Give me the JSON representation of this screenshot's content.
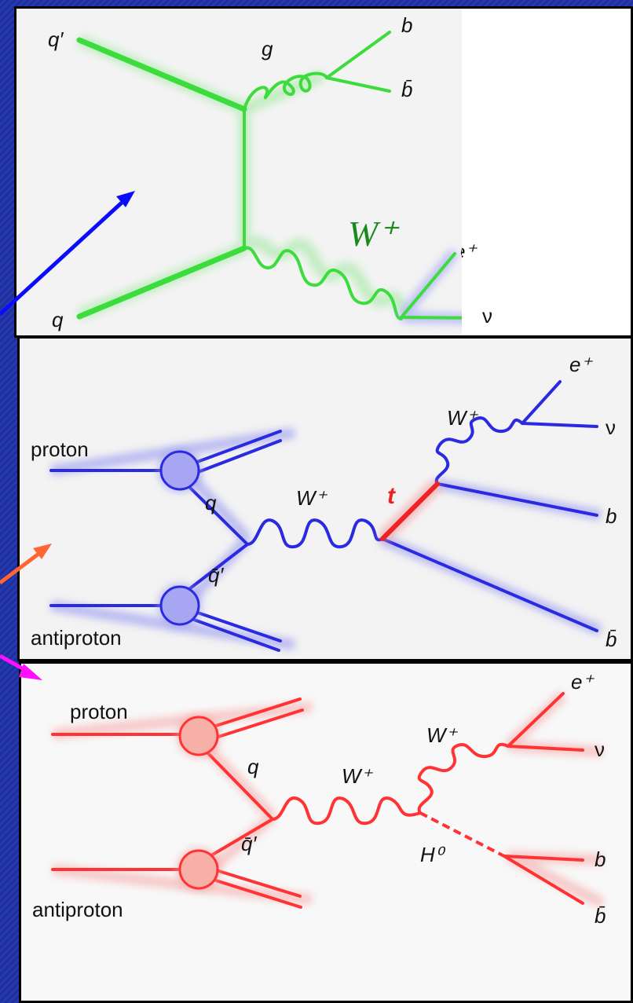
{
  "colors": {
    "background": "#2233a8",
    "diagram1_lines": "#3ddc3d",
    "diagram1_w_label": "#1a8a1a",
    "diagram2_lines": "#2a2ae0",
    "diagram2_top": "#ee2222",
    "diagram3_lines": "#ff3333",
    "arrow_blue": "#0a0aff",
    "arrow_orange": "#ff6633",
    "arrow_magenta": "#ff10ff"
  },
  "diagram1": {
    "q_prime": "q′",
    "q": "q",
    "gluon": "g",
    "b": "b",
    "bbar": "b̄",
    "w_label": "W⁺",
    "e_plus": "e⁺",
    "nu": "ν"
  },
  "diagram2": {
    "proton": "proton",
    "antiproton": "antiproton",
    "q": "q",
    "qbar_prime": "q̄′",
    "w_center": "W⁺",
    "top": "t",
    "w_decay": "W⁺",
    "e_plus": "e⁺",
    "nu": "ν",
    "b": "b",
    "bbar": "b̄"
  },
  "diagram3": {
    "proton": "proton",
    "antiproton": "antiproton",
    "q": "q",
    "qbar_prime": "q̄′",
    "w_center": "W⁺",
    "w_decay": "W⁺",
    "higgs": "H⁰",
    "e_plus": "e⁺",
    "nu": "ν",
    "b": "b",
    "bbar": "b̄"
  }
}
